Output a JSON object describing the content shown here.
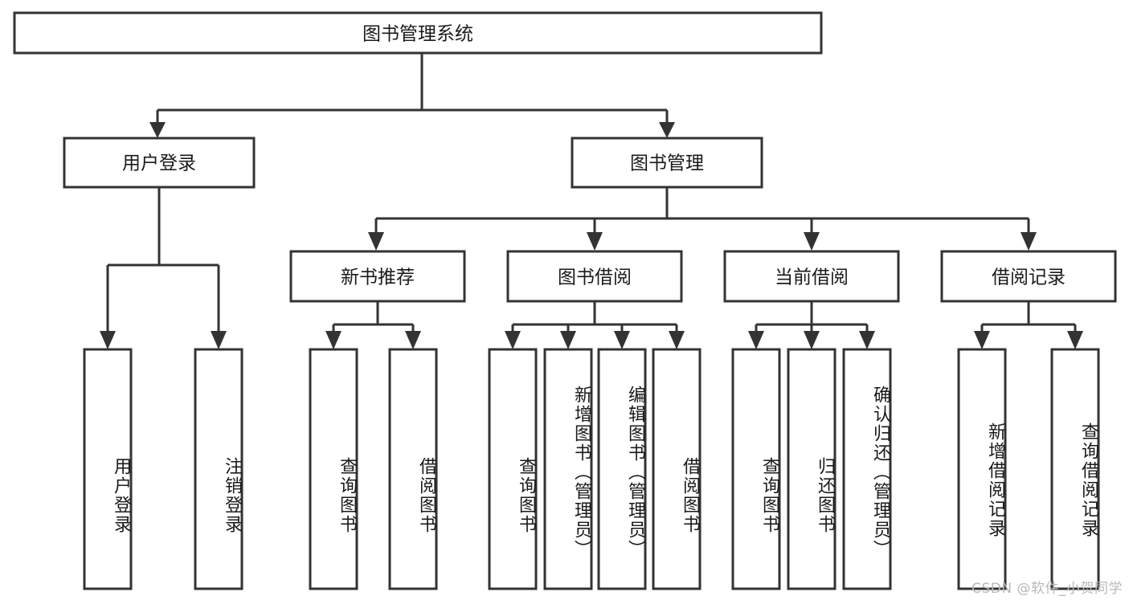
{
  "diagram": {
    "title": "图书管理系统",
    "type": "tree-hierarchy-flowchart",
    "watermark": "CSDN @软件_小贺同学",
    "colors": {
      "stroke": "#333333",
      "box_fill": "#ffffff",
      "text": "#1a1a1a",
      "background": "#ffffff",
      "watermark": "#b8b8b8"
    },
    "root": {
      "label": "图书管理系统"
    },
    "level2": [
      {
        "id": "user-login",
        "label": "用户登录"
      },
      {
        "id": "book-manage",
        "label": "图书管理"
      }
    ],
    "level3": [
      {
        "id": "new-book-recommend",
        "label": "新书推荐"
      },
      {
        "id": "book-borrow",
        "label": "图书借阅"
      },
      {
        "id": "current-borrow",
        "label": "当前借阅"
      },
      {
        "id": "borrow-record",
        "label": "借阅记录"
      }
    ],
    "leaves": {
      "user_login": [
        {
          "id": "leaf-user-login",
          "label": "用户登录"
        },
        {
          "id": "leaf-logout-login",
          "label": "注销登录"
        }
      ],
      "new_book_recommend": [
        {
          "id": "leaf-query-book-1",
          "label": "查询图书"
        },
        {
          "id": "leaf-borrow-book-1",
          "label": "借阅图书"
        }
      ],
      "book_borrow": [
        {
          "id": "leaf-query-book-2",
          "label": "查询图书"
        },
        {
          "id": "leaf-add-book",
          "label": "新增图书（管理员）"
        },
        {
          "id": "leaf-edit-book",
          "label": "编辑图书（管理员）"
        },
        {
          "id": "leaf-borrow-book-2",
          "label": "借阅图书"
        }
      ],
      "current_borrow": [
        {
          "id": "leaf-query-book-3",
          "label": "查询图书"
        },
        {
          "id": "leaf-return-book",
          "label": "归还图书"
        },
        {
          "id": "leaf-confirm-return",
          "label": "确认归还（管理员）"
        }
      ],
      "borrow_record": [
        {
          "id": "leaf-add-record",
          "label": "新增借阅记录"
        },
        {
          "id": "leaf-query-record",
          "label": "查询借阅记录"
        }
      ]
    }
  }
}
